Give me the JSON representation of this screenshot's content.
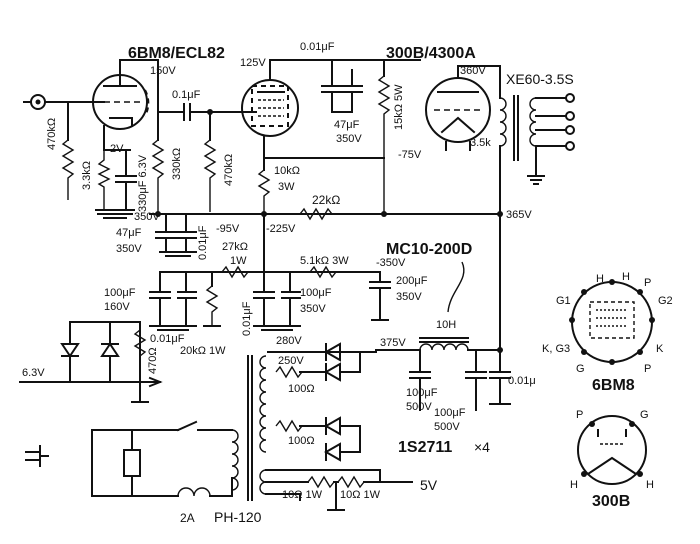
{
  "tubes": {
    "driver": "6BM8/ECL82",
    "output": "300B/4300A"
  },
  "transformers": {
    "output": "XE60-3.5S",
    "output_impedance": "3.5k",
    "power": "PH-120",
    "choke": "MC10-200D",
    "choke_inductance": "10H"
  },
  "rectifier": {
    "diode": "1S2711",
    "count": "×4"
  },
  "voltages": {
    "v150": "150V",
    "v125": "125V",
    "v360": "360V",
    "v2": "2V",
    "v350": "350V",
    "vm95": "-95V",
    "vm225": "-225V",
    "vm75": "-75V",
    "v365": "365V",
    "vm350": "-350V",
    "v280": "280V",
    "v250": "250V",
    "v375": "375V",
    "v63": "6.3V",
    "v5": "5V"
  },
  "components": {
    "c_coupling": "0.1μF",
    "c_001_top": "0.01μF",
    "r_470k_in": "470kΩ",
    "r_33k": "3.3kΩ",
    "c_330u": "330μF 6.3V",
    "r_330k": "330kΩ",
    "r_470k_g": "470kΩ",
    "r_10k": "10kΩ",
    "r_10k_w": "3W",
    "c_47u_top": "47μF",
    "c_47u_top_v": "350V",
    "r_15k": "15kΩ 5W",
    "r_22k": "22kΩ",
    "c_47u_mid": "47μF",
    "c_47u_mid_v": "350V",
    "c_001_mid": "0.01μF",
    "r_27k": "27kΩ",
    "r_27k_w": "1W",
    "r_51k": "5.1kΩ 3W",
    "c_100u_left": "100μF",
    "c_100u_left_v": "160V",
    "c_001_left": "0.01μF",
    "pot_20k": "20kΩ 1W",
    "c_001_center": "0.01μF",
    "c_100u_center": "100μF",
    "c_100u_center_v": "350V",
    "c_200u": "200μF",
    "c_200u_v": "350V",
    "r_470_pilot": "470Ω",
    "r_100_a": "100Ω",
    "r_100_b": "100Ω",
    "c_100u_a": "100μF",
    "c_100u_a_v": "500V",
    "c_100u_b": "100μF",
    "c_100u_b_v": "500V",
    "c_001_out": "0.01μ",
    "r_10_a": "10Ω 1W",
    "r_10_b": "10Ω 1W",
    "fuse": "2A"
  },
  "pinout_6bm8": {
    "title": "6BM8",
    "pins": [
      "H",
      "H",
      "G1",
      "G2",
      "P",
      "K, G3",
      "K",
      "G",
      "P"
    ]
  },
  "pinout_300b": {
    "title": "300B",
    "pins": [
      "P",
      "G",
      "H",
      "H"
    ]
  }
}
